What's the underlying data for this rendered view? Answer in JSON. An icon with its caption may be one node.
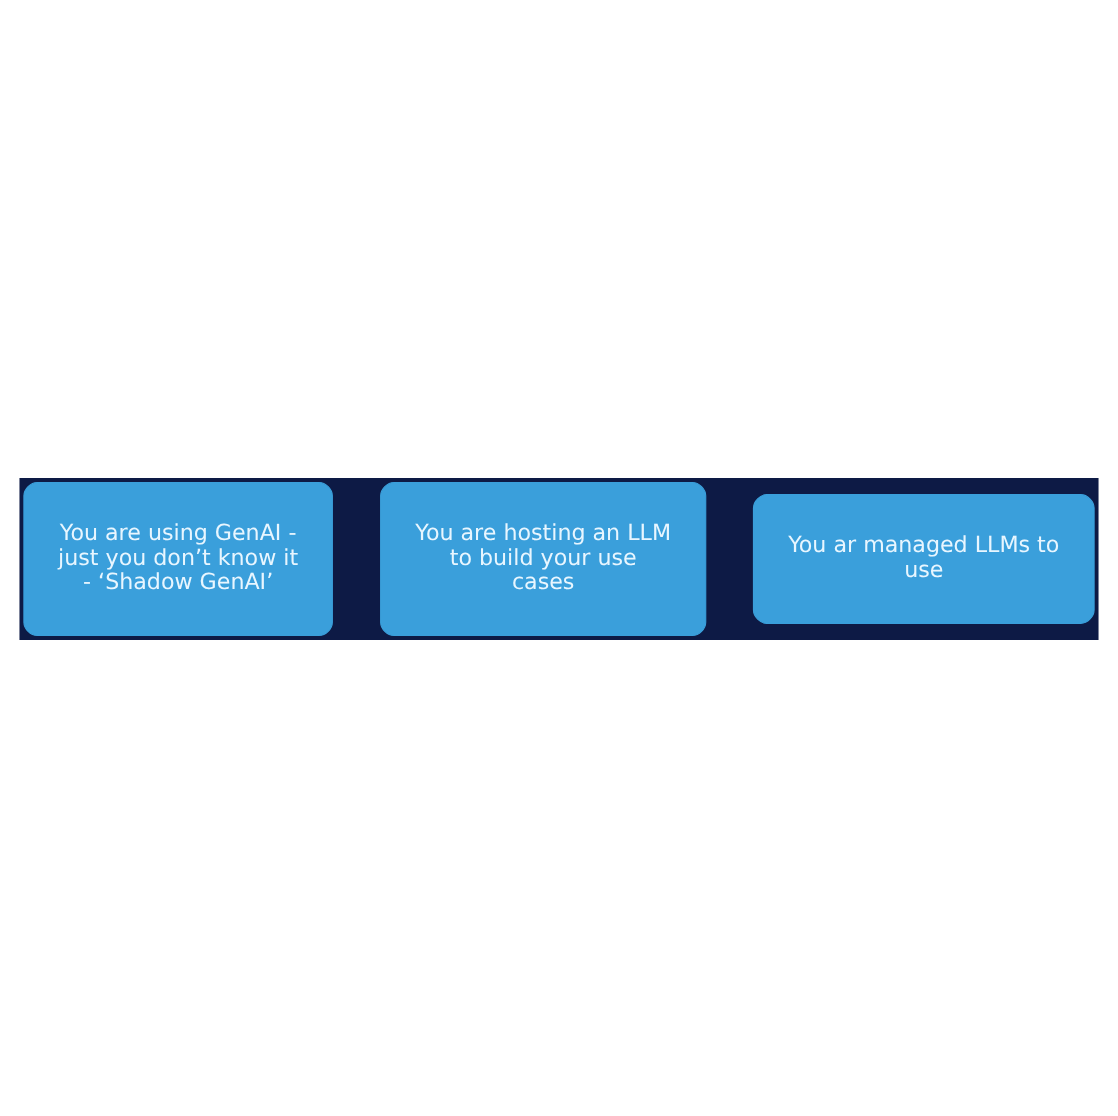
{
  "diagram": {
    "nodes": [
      {
        "text": [
          "You are using GenAI - just you don’t know it - ‘Shadow GenAI’"
        ]
      },
      {
        "text": [
          "You are hosting an LLM to build your use cases"
        ]
      },
      {
        "text": [
          "You ar managed LLMs to use"
        ]
      }
    ]
  }
}
